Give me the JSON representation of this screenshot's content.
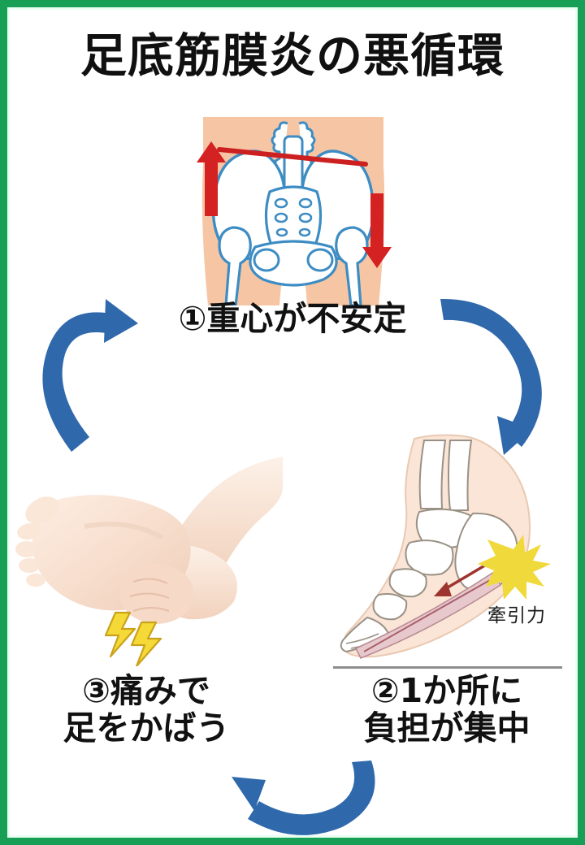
{
  "poster": {
    "title": "足底筋膜炎の悪循環",
    "background_color": "#ffffff",
    "border_color": "#17a055",
    "text_color": "#111111"
  },
  "cycle": {
    "steps": [
      {
        "id": "step-1",
        "label": "①重心が不安定",
        "illustration": "pelvis-tilt-illustration",
        "position": "top",
        "accents": {
          "skin_color": "#f6c6a4",
          "bone_outline_color": "#3d8cc4",
          "bone_fill_color": "#ffffff",
          "tilt_line_color": "#cc2020",
          "arrow_color": "#d42121"
        },
        "markers": [
          "up-arrow-left-hip",
          "down-arrow-right-hip",
          "tilted-pelvis-line"
        ]
      },
      {
        "id": "step-2",
        "label": "②1か所に\n負担が集中",
        "illustration": "foot-skeleton-traction-illustration",
        "position": "bottom-right",
        "sublabel": "牽引力",
        "accents": {
          "skin_color": "#fae5d6",
          "bone_outline_color": "#9a9186",
          "bone_fill_color": "#ffffff",
          "fascia_color": "#c08a95",
          "burst_color": "#f0d93a",
          "pull_arrow_color": "#9e3430",
          "ground_line_color": "#8d8d8d"
        }
      },
      {
        "id": "step-3",
        "label": "③痛みで\n足をかばう",
        "illustration": "hands-holding-painful-foot-photo",
        "position": "bottom-left",
        "accents": {
          "skin_color": "#f7ddcc",
          "pain_bolt_color": "#f5d936",
          "pain_bolt_outline": "#c9a21d"
        },
        "markers": [
          "pain-lightning-bolts"
        ]
      }
    ],
    "arrows": [
      {
        "id": "arrow-left",
        "direction": "up-right",
        "color": "#2f69ac",
        "from": "step-3",
        "to": "step-1"
      },
      {
        "id": "arrow-right",
        "direction": "down-left",
        "color": "#2f69ac",
        "from": "step-1",
        "to": "step-2"
      },
      {
        "id": "arrow-bottom",
        "direction": "right-to-left-up",
        "color": "#2f69ac",
        "from": "step-2",
        "to": "step-3"
      }
    ]
  }
}
